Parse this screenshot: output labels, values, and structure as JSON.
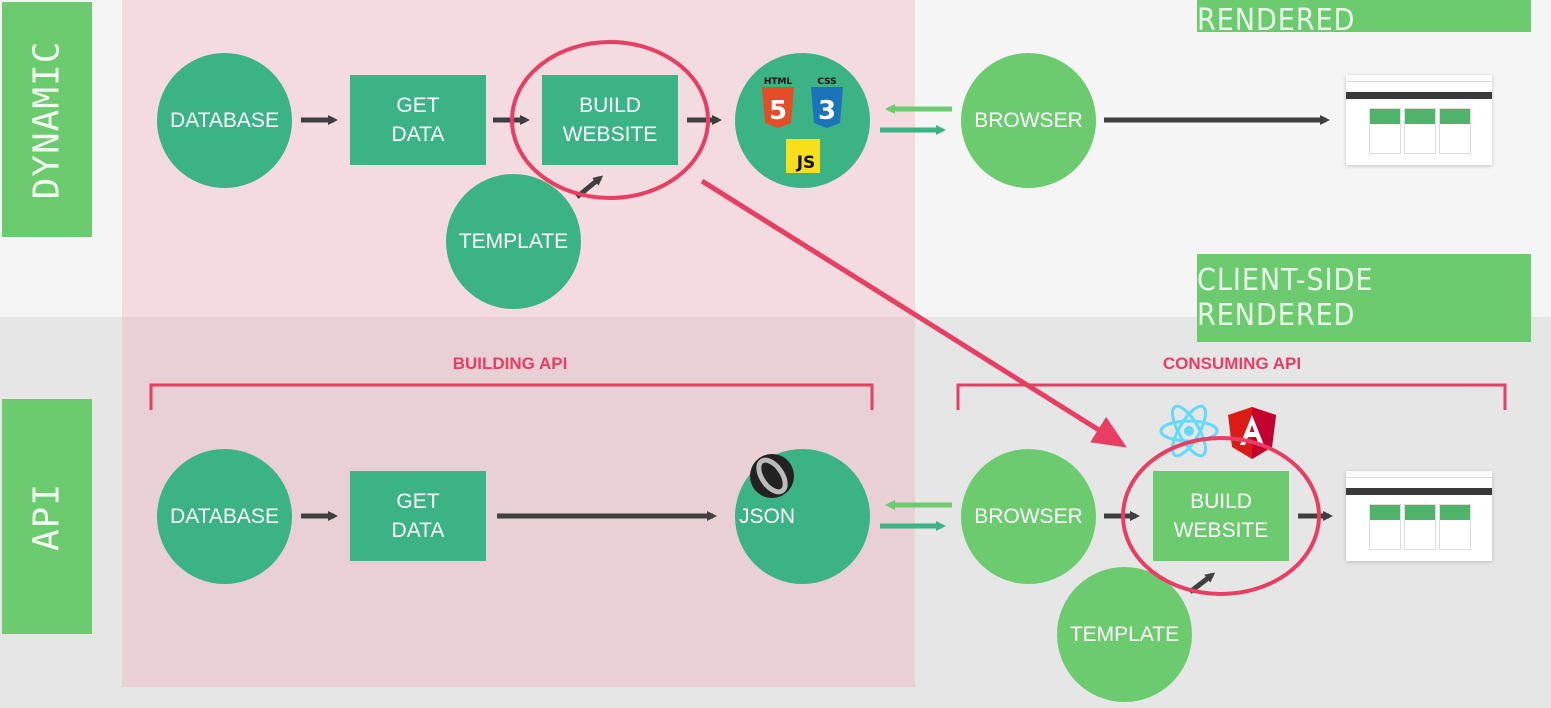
{
  "rows": {
    "dynamic_label": "DYNAMIC",
    "api_label": "API"
  },
  "tags": {
    "server_side": "SERVER-SIDE RENDERED",
    "client_side": "CLIENT-SIDE RENDERED"
  },
  "top_flow": {
    "database": "DATABASE",
    "get_data": "GET\nDATA",
    "build_website": "BUILD\nWEBSITE",
    "template": "TEMPLATE",
    "browser": "BROWSER",
    "tech_icons": [
      "HTML",
      "CSS",
      "JS"
    ]
  },
  "bottom_flow": {
    "building_api": "BUILDING API",
    "consuming_api": "CONSUMING API",
    "database": "DATABASE",
    "get_data": "GET\nDATA",
    "json": "JSON",
    "browser": "BROWSER",
    "build_website": "BUILD\nWEBSITE",
    "template": "TEMPLATE"
  },
  "icons": [
    "html5-icon",
    "css3-icon",
    "js-icon",
    "json-icon",
    "react-icon",
    "angular-icon",
    "arrow-icon",
    "browser-thumbnail"
  ],
  "colors": {
    "dark_green": "#3bb384",
    "light_green": "#6dcb6f",
    "accent_red": "#e83e63",
    "arrow": "#3f3f3f"
  }
}
